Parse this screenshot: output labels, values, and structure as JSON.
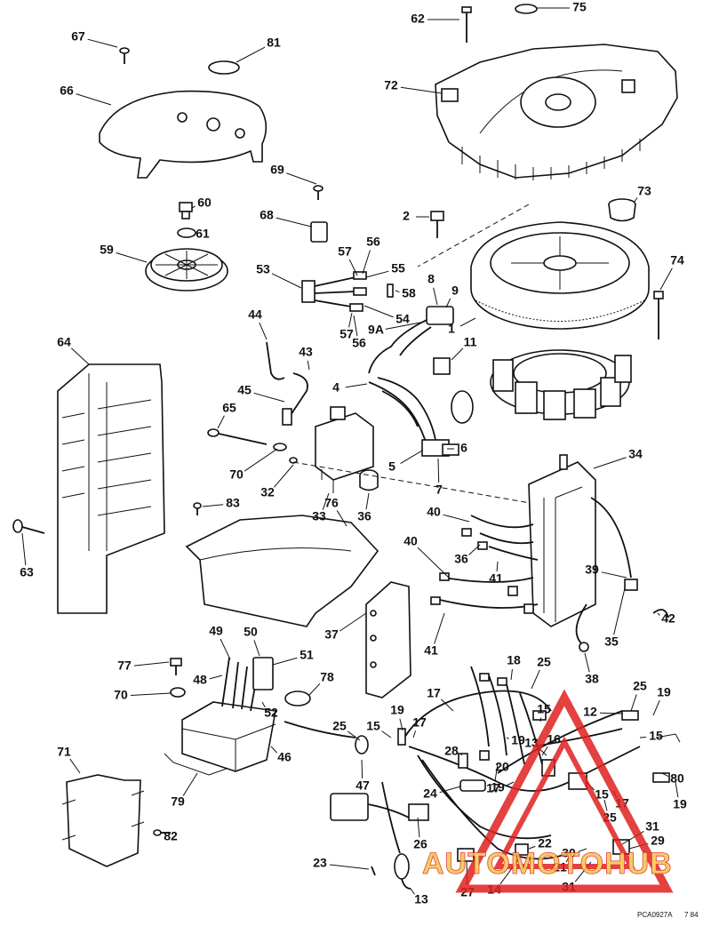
{
  "diagram": {
    "labels": [
      "62",
      "75",
      "67",
      "81",
      "72",
      "66",
      "69",
      "60",
      "68",
      "73",
      "2",
      "61",
      "59",
      "57",
      "56",
      "55",
      "74",
      "53",
      "8",
      "9",
      "58",
      "54",
      "44",
      "57",
      "56",
      "9A",
      "1",
      "64",
      "43",
      "11",
      "4",
      "45",
      "65",
      "6",
      "70",
      "32",
      "5",
      "7",
      "34",
      "33",
      "36",
      "83",
      "76",
      "40",
      "40",
      "36",
      "63",
      "39",
      "41",
      "42",
      "41",
      "35",
      "37",
      "50",
      "38",
      "49",
      "51",
      "77",
      "48",
      "78",
      "70",
      "52",
      "25",
      "19",
      "17",
      "18",
      "15",
      "25",
      "19",
      "25",
      "15",
      "12",
      "17",
      "15",
      "47",
      "17",
      "28",
      "19",
      "13",
      "16",
      "71",
      "46",
      "20",
      "80",
      "79",
      "24",
      "19",
      "25",
      "19",
      "17",
      "15",
      "21",
      "31",
      "22",
      "26",
      "82",
      "29",
      "23",
      "30",
      "27",
      "14",
      "13",
      "31"
    ],
    "footer_code": "PCA0927A",
    "footer_date": "7 84"
  },
  "watermark": {
    "text": "AUTOMOTOHUB",
    "color_primary": "#e02020",
    "color_secondary": "#f3c64a"
  }
}
